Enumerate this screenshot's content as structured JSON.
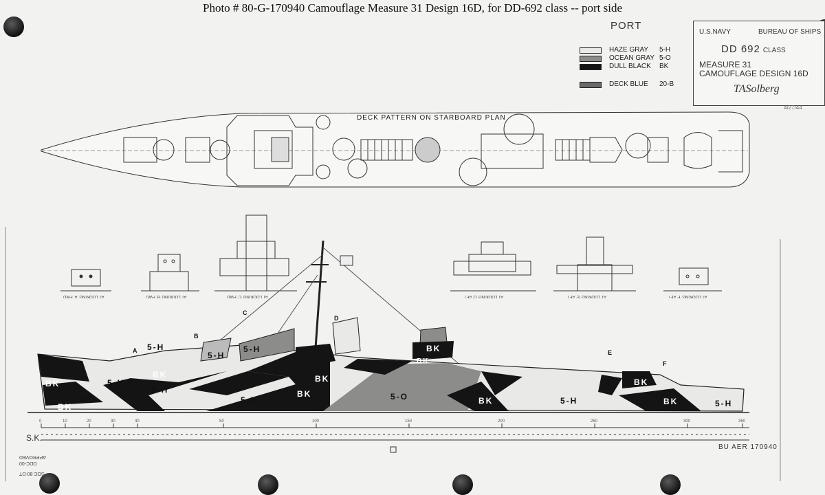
{
  "caption": "Photo #  80-G-170940      Camouflage Measure 31 Design 16D, for DD-692 class -- port side",
  "port_label": "PORT",
  "legend": [
    {
      "name": "HAZE GRAY",
      "code": "5-H",
      "color": "#e9e9e7"
    },
    {
      "name": "OCEAN GRAY",
      "code": "5-O",
      "color": "#8c8c8a"
    },
    {
      "name": "DULL BLACK",
      "code": "BK",
      "color": "#141414"
    },
    {
      "name": "DECK BLUE",
      "code": "20-B",
      "color": "#6a6a6a"
    }
  ],
  "title_block": {
    "org": "U.S.NAVY",
    "bureau": "BUREAU OF SHIPS",
    "class_number": "DD 692",
    "class_suffix": "CLASS",
    "measure": "MEASURE 31",
    "design": "CAMOUFLAGE DESIGN 16D",
    "signature": "TASolberg",
    "date": "4/27/44"
  },
  "deck_plan_title": "DECK PATTERN ON STARBOARD PLAN",
  "section_labels": [
    "AT LOOKING 'A' FWD",
    "AT LOOKING 'B' FWD",
    "AT LOOKING 'C' FWD",
    "AT LOOKING 'D' AFT",
    "AT LOOKING 'E' AFT",
    "AT LOOKING 'F' AFT"
  ],
  "callouts": [
    "A",
    "B",
    "C",
    "D",
    "E",
    "F"
  ],
  "hull_marks": [
    "BK",
    "5-H",
    "BK",
    "5-H",
    "5-H",
    "BK",
    "5-H",
    "5-H",
    "BK",
    "5-H",
    "BK",
    "5-O",
    "BK",
    "BK",
    "BK",
    "5-H",
    "5-H",
    "BK",
    "5-H",
    "BK"
  ],
  "scale_label": "S.K.",
  "scale_ticks": [
    "0",
    "10",
    "20",
    "30",
    "40",
    "50",
    "100",
    "150",
    "200",
    "250",
    "300",
    "350"
  ],
  "serial": "BU AER 170940",
  "approval_lines": [
    "APPROVED",
    "DDC-00",
    "",
    "SOC 80-DT"
  ]
}
